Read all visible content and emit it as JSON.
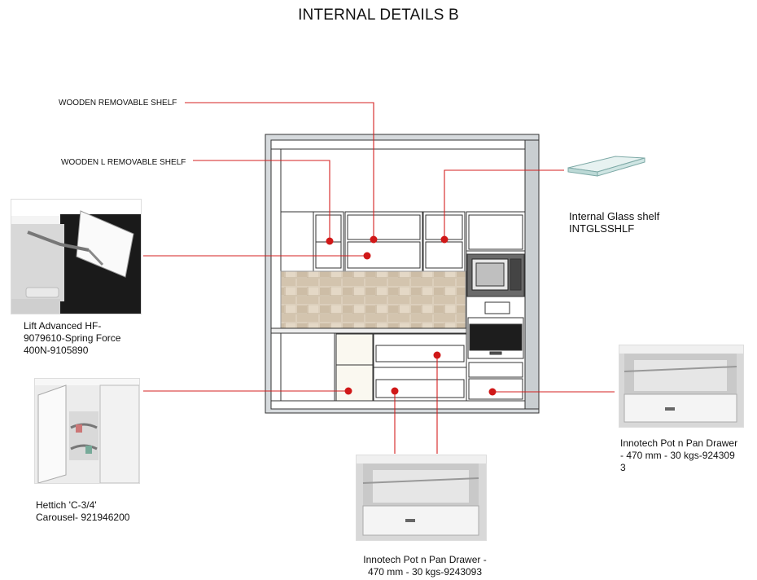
{
  "title": "INTERNAL DETAILS B",
  "callouts": {
    "wooden_shelf": "WOODEN REMOVABLE SHELF",
    "wooden_l_shelf": "WOODEN L REMOVABLE SHELF",
    "glass_shelf_line1": "Internal Glass shelf",
    "glass_shelf_line2": "INTGLSSHLF",
    "lift_line1": "Lift Advanced HF-",
    "lift_line2": "9079610-Spring Force",
    "lift_line3": "400N-9105890",
    "carousel_line1": "Hettich 'C-3/4'",
    "carousel_line2": "Carousel- 921946200",
    "drawer_center_line1": "Innotech Pot n Pan Drawer -",
    "drawer_center_line2": "470 mm - 30 kgs-9243093",
    "drawer_right_line1": "Innotech Pot n Pan Drawer",
    "drawer_right_line2": "- 470 mm - 30 kgs-924309",
    "drawer_right_line3": "3"
  },
  "colors": {
    "leader": "#d42020",
    "marker": "#d01818",
    "cabinet_line": "#333333",
    "wall_panel": "#cfd3d6",
    "tile": "#d9cbb8"
  }
}
